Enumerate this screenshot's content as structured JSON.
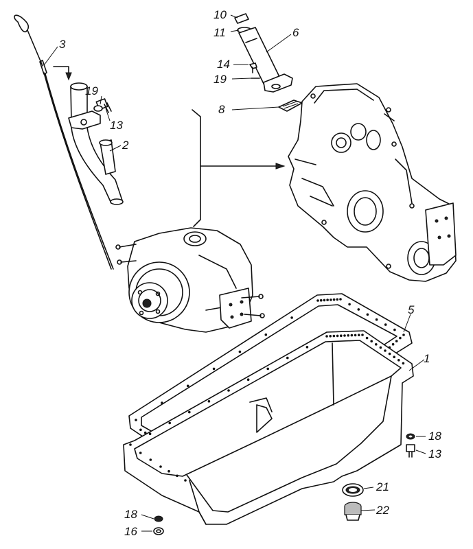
{
  "callouts": [
    {
      "id": "c-10",
      "text": "10"
    },
    {
      "id": "c-11",
      "text": "11"
    },
    {
      "id": "c-6",
      "text": "6"
    },
    {
      "id": "c-3",
      "text": "3"
    },
    {
      "id": "c-14",
      "text": "14"
    },
    {
      "id": "c-19a",
      "text": "19"
    },
    {
      "id": "c-19b",
      "text": "19"
    },
    {
      "id": "c-13a",
      "text": "13"
    },
    {
      "id": "c-8",
      "text": "8"
    },
    {
      "id": "c-2",
      "text": "2"
    },
    {
      "id": "c-5",
      "text": "5"
    },
    {
      "id": "c-1",
      "text": "1"
    },
    {
      "id": "c-18a",
      "text": "18"
    },
    {
      "id": "c-13b",
      "text": "13"
    },
    {
      "id": "c-21",
      "text": "21"
    },
    {
      "id": "c-22",
      "text": "22"
    },
    {
      "id": "c-18b",
      "text": "18"
    },
    {
      "id": "c-16",
      "text": "16"
    }
  ]
}
